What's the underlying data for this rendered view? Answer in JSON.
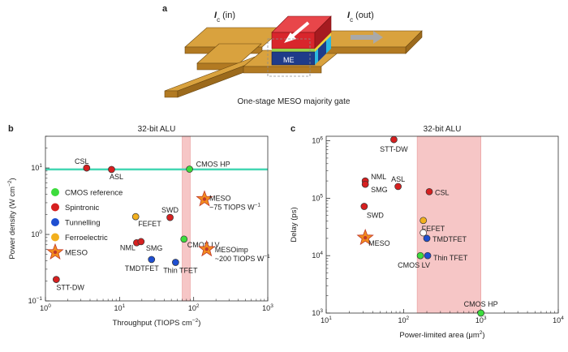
{
  "panel_a": {
    "label": "a",
    "ic_in_i": "I",
    "ic_in_sub": "c",
    "ic_in_suffix": " (in)",
    "ic_out_i": "I",
    "ic_out_sub": "c",
    "ic_out_suffix": " (out)",
    "me_label": "ME",
    "caption": "One-stage MESO majority gate",
    "colors": {
      "wire": "#c8912f",
      "wire_dark": "#8a5f16",
      "magnet_red": "#d8262c",
      "magnet_blue": "#1f3c8a"
    }
  },
  "legend": {
    "items": [
      {
        "label": "CMOS reference",
        "color": "#3ddc3d",
        "marker": "circle"
      },
      {
        "label": "Spintronic",
        "color": "#d62020",
        "marker": "circle"
      },
      {
        "label": "Tunnelling",
        "color": "#1f4fd1",
        "marker": "circle"
      },
      {
        "label": "Ferroelectric",
        "color": "#f2b01e",
        "marker": "circle"
      },
      {
        "label": "MESO",
        "color": "#f28c1e",
        "marker": "star"
      }
    ]
  },
  "chart_data": [
    {
      "panel": "b",
      "type": "scatter",
      "title": "32-bit ALU",
      "xlabel": "Throughput (TIOPS cm",
      "xlabel_sup": "−2",
      "xlabel_end": ")",
      "ylabel": "Power density (W cm",
      "ylabel_sup": "−2",
      "ylabel_end": ")",
      "xscale": "log",
      "yscale": "log",
      "xlim": [
        1,
        1000
      ],
      "ylim": [
        0.1,
        30
      ],
      "xticks": [
        {
          "v": 1,
          "b": "10",
          "e": "0"
        },
        {
          "v": 10,
          "b": "10",
          "e": "1"
        },
        {
          "v": 100,
          "b": "10",
          "e": "2"
        },
        {
          "v": 1000,
          "b": "10",
          "e": "3"
        }
      ],
      "yticks": [
        {
          "v": 0.1,
          "b": "10",
          "e": "−1"
        },
        {
          "v": 1,
          "b": "10",
          "e": "0"
        },
        {
          "v": 10,
          "b": "10",
          "e": "1"
        }
      ],
      "hline": {
        "y": 9.5,
        "color": "#44d6b3"
      },
      "band": {
        "x": [
          70,
          90
        ],
        "color": "#f6c6c6"
      },
      "points": [
        {
          "label": "CSL",
          "x": 3.6,
          "y": 10,
          "cat": "Spintronic",
          "lx": -6,
          "ly": -5,
          "anchor": "middle"
        },
        {
          "label": "ASL",
          "x": 7.8,
          "y": 9.5,
          "cat": "Spintronic",
          "lx": 6,
          "ly": 12,
          "anchor": "middle"
        },
        {
          "label": "CMOS HP",
          "x": 88,
          "y": 9.6,
          "cat": "CMOS reference",
          "lx": 8,
          "ly": -3,
          "anchor": "start"
        },
        {
          "label": "FEFET",
          "x": 16.5,
          "y": 1.85,
          "cat": "Ferroelectric",
          "lx": 3,
          "ly": 12,
          "anchor": "start"
        },
        {
          "label": "SWD",
          "x": 48,
          "y": 1.8,
          "cat": "Spintronic",
          "lx": 0,
          "ly": -6,
          "anchor": "middle"
        },
        {
          "label": "NML",
          "x": 17,
          "y": 0.75,
          "cat": "Spintronic",
          "lx": -11,
          "ly": 9,
          "anchor": "middle"
        },
        {
          "label": "SMG",
          "x": 19.5,
          "y": 0.78,
          "cat": "Spintronic",
          "lx": 6,
          "ly": 11,
          "anchor": "start"
        },
        {
          "label": "CMOS LV",
          "x": 74,
          "y": 0.85,
          "cat": "CMOS reference",
          "lx": 4,
          "ly": 10,
          "anchor": "start"
        },
        {
          "label": "TMDTFET",
          "x": 27,
          "y": 0.42,
          "cat": "Tunnelling",
          "lx": -12,
          "ly": 14,
          "anchor": "middle"
        },
        {
          "label": "Thin TFET",
          "x": 57,
          "y": 0.38,
          "cat": "Tunnelling",
          "lx": 6,
          "ly": 13,
          "anchor": "middle"
        },
        {
          "label": "STT-DW",
          "x": 1.4,
          "y": 0.21,
          "cat": "Spintronic",
          "lx": 0,
          "ly": 13,
          "anchor": "start"
        }
      ],
      "stars": [
        {
          "x": 140,
          "y": 3.4,
          "cat": "MESO",
          "lines": [
            "MESO",
            "~75 TIOPS W",
            "−1"
          ],
          "lx": 6,
          "ly": 2
        },
        {
          "x": 150,
          "y": 0.6,
          "cat": "MESO",
          "lines": [
            "MESOimp",
            "~200 TIOPS W",
            "−1"
          ],
          "lx": 10,
          "ly": 4
        }
      ]
    },
    {
      "panel": "c",
      "type": "scatter",
      "title": "32-bit ALU",
      "xlabel": "Power-limited area (μm",
      "xlabel_sup": "2",
      "xlabel_end": ")",
      "ylabel": "Delay (ps)",
      "xscale": "log",
      "yscale": "log",
      "xlim": [
        10,
        10000
      ],
      "ylim": [
        1000,
        1200000
      ],
      "xticks": [
        {
          "v": 10,
          "b": "10",
          "e": "1"
        },
        {
          "v": 100,
          "b": "10",
          "e": "2"
        },
        {
          "v": 1000,
          "b": "10",
          "e": "3"
        },
        {
          "v": 10000,
          "b": "10",
          "e": "4"
        }
      ],
      "yticks": [
        {
          "v": 1000,
          "b": "10",
          "e": "3"
        },
        {
          "v": 10000,
          "b": "10",
          "e": "4"
        },
        {
          "v": 100000,
          "b": "10",
          "e": "5"
        },
        {
          "v": 1000000,
          "b": "10",
          "e": "6"
        }
      ],
      "band": {
        "x": [
          150,
          1000
        ],
        "color": "#f6c6c6"
      },
      "points": [
        {
          "label": "STT-DW",
          "x": 75,
          "y": 1050000,
          "cat": "Spintronic",
          "lx": 0,
          "ly": 15,
          "anchor": "middle"
        },
        {
          "label": "NML",
          "x": 32,
          "y": 200000,
          "cat": "Spintronic",
          "lx": 7,
          "ly": -2,
          "anchor": "start"
        },
        {
          "label": "SMG",
          "x": 32,
          "y": 175000,
          "cat": "Spintronic",
          "lx": 7,
          "ly": 10,
          "anchor": "start"
        },
        {
          "label": "ASL",
          "x": 85,
          "y": 160000,
          "cat": "Spintronic",
          "lx": 0,
          "ly": -6,
          "anchor": "middle"
        },
        {
          "label": "CSL",
          "x": 215,
          "y": 130000,
          "cat": "Spintronic",
          "lx": 7,
          "ly": 4,
          "anchor": "start"
        },
        {
          "label": "SWD",
          "x": 31,
          "y": 72000,
          "cat": "Spintronic",
          "lx": 3,
          "ly": 14,
          "anchor": "start"
        },
        {
          "label": "FEFET",
          "x": 180,
          "y": 41000,
          "cat": "Ferroelectric",
          "lx": -2,
          "ly": 13,
          "anchor": "start"
        },
        {
          "label": "",
          "x": 180,
          "y": 25000,
          "cat": "open",
          "lx": 0,
          "ly": 0,
          "anchor": "start"
        },
        {
          "label": "TMDTFET",
          "x": 200,
          "y": 20000,
          "cat": "Tunnelling",
          "lx": 7,
          "ly": 4,
          "anchor": "start"
        },
        {
          "label": "Thin TFET",
          "x": 205,
          "y": 10000,
          "cat": "Tunnelling",
          "lx": 7,
          "ly": 6,
          "anchor": "start"
        },
        {
          "label": "CMOS LV",
          "x": 165,
          "y": 10000,
          "cat": "CMOS reference",
          "lx": -8,
          "ly": 15,
          "anchor": "middle"
        },
        {
          "label": "CMOS HP",
          "x": 1000,
          "y": 1000,
          "cat": "CMOS reference",
          "lx": 0,
          "ly": -8,
          "anchor": "middle"
        }
      ],
      "stars": [
        {
          "x": 32,
          "y": 20500,
          "cat": "MESO",
          "lines": [
            "MESO"
          ],
          "lx": 4,
          "ly": 10
        }
      ]
    }
  ]
}
